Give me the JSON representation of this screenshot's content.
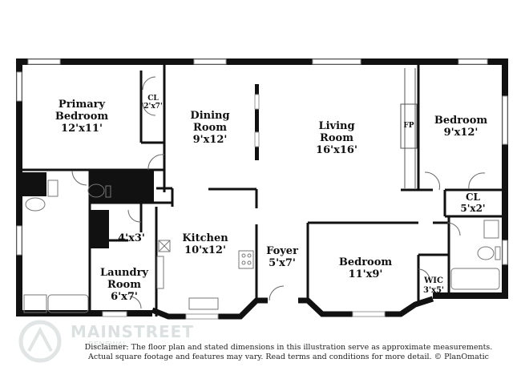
{
  "rooms": {
    "primary_bedroom": {
      "name": "Primary\nBedroom",
      "size": "12'x11'"
    },
    "closet_primary": {
      "name": "CL",
      "size": "2'x7'"
    },
    "dining_room": {
      "name": "Dining\nRoom",
      "size": "9'x12'"
    },
    "living_room": {
      "name": "Living\nRoom",
      "size": "16'x16'"
    },
    "fireplace": {
      "name": "FP"
    },
    "bedroom_ne": {
      "name": "Bedroom",
      "size": "9'x12'"
    },
    "closet_ne": {
      "name": "CL",
      "size": "5'x2'"
    },
    "pantry": {
      "size": "4'x3'"
    },
    "kitchen": {
      "name": "Kitchen",
      "size": "10'x12'"
    },
    "foyer": {
      "name": "Foyer",
      "size": "5'x7'"
    },
    "bedroom_se": {
      "name": "Bedroom",
      "size": "11'x9'"
    },
    "wic": {
      "name": "WIC",
      "size": "3'x5'"
    },
    "laundry": {
      "name": "Laundry\nRoom",
      "size": "6'x7'"
    }
  },
  "disclaimer": {
    "line1": "Disclaimer: The floor plan and stated dimensions in this illustration serve as approximate measurements.",
    "line2": "Actual square footage and features may vary. Read terms and conditions for more detail. © PlanOmatic"
  },
  "watermark": {
    "brand": "MAINSTREET",
    "sub": "RENEWAL"
  },
  "colors": {
    "wall": "#111111",
    "line": "#555555",
    "fixture": "#888888"
  }
}
